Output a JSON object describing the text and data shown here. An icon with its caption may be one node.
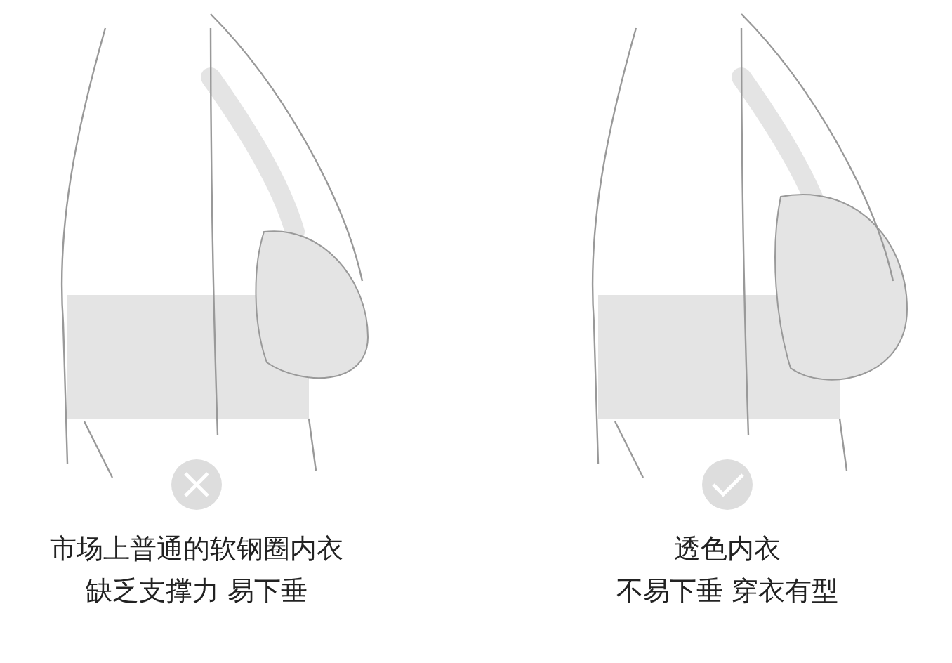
{
  "diagram": {
    "labels": [
      "市场上普通的软钢圈内衣",
      "缺乏支撑力 易下垂",
      "透色内衣",
      "不易下垂 穿衣有型"
    ]
  }
}
